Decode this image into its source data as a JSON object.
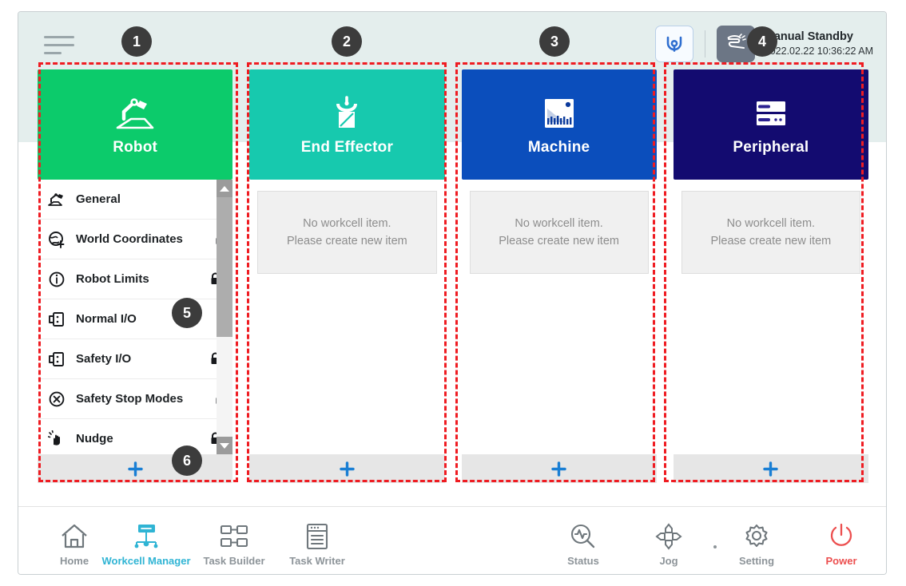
{
  "header": {
    "menu_icon": "hamburger-menu-icon",
    "robot_home_icon": "robot-home-icon",
    "mode_icon": "manual-hand-icon",
    "status_title": "Manual Standby",
    "status_time": "2022.02.22 10:36:22 AM"
  },
  "columns": [
    {
      "key": "robot",
      "title": "Robot",
      "icon": "robot-arm-icon",
      "color": "#0ccb6b",
      "type": "list",
      "add_label": "+",
      "items": [
        {
          "label": "General",
          "icon": "robot-arm-small-icon",
          "locked": false
        },
        {
          "label": "World Coordinates",
          "icon": "globe-coordinates-icon",
          "locked": true
        },
        {
          "label": "Robot Limits",
          "icon": "limits-circle-icon",
          "locked": true
        },
        {
          "label": "Normal I/O",
          "icon": "io-port-icon",
          "locked": false
        },
        {
          "label": "Safety I/O",
          "icon": "io-port-icon",
          "locked": true
        },
        {
          "label": "Safety Stop Modes",
          "icon": "stop-x-icon",
          "locked": true
        },
        {
          "label": "Nudge",
          "icon": "nudge-hand-icon",
          "locked": true
        }
      ]
    },
    {
      "key": "end-effector",
      "title": "End Effector",
      "icon": "gripper-icon",
      "color": "#17c9ae",
      "type": "empty",
      "add_label": "+",
      "empty_line1": "No workcell item.",
      "empty_line2": "Please create new item"
    },
    {
      "key": "machine",
      "title": "Machine",
      "icon": "machine-icon",
      "color": "#0b4ebc",
      "type": "empty",
      "add_label": "+",
      "empty_line1": "No workcell item.",
      "empty_line2": "Please create new item"
    },
    {
      "key": "peripheral",
      "title": "Peripheral",
      "icon": "peripheral-rack-icon",
      "color": "#130b70",
      "type": "empty",
      "add_label": "+",
      "empty_line1": "No workcell item.",
      "empty_line2": "Please create new item"
    }
  ],
  "footer_nav": [
    {
      "label": "Home",
      "icon": "home-icon",
      "active": false
    },
    {
      "label": "Workcell Manager",
      "icon": "workcell-manager-icon",
      "active": true
    },
    {
      "label": "Task Builder",
      "icon": "task-builder-icon",
      "active": false
    },
    {
      "label": "Task Writer",
      "icon": "task-writer-icon",
      "active": false
    },
    {
      "label": "Status",
      "icon": "status-pulse-icon",
      "active": false
    },
    {
      "label": "Jog",
      "icon": "jog-dpad-icon",
      "active": false
    },
    {
      "label": "Setting",
      "icon": "gear-icon",
      "active": false
    },
    {
      "label": "Power",
      "icon": "power-icon",
      "active": false
    }
  ],
  "annotations": [
    {
      "number": "1",
      "target": "robot-column"
    },
    {
      "number": "2",
      "target": "end-effector-column"
    },
    {
      "number": "3",
      "target": "machine-column"
    },
    {
      "number": "4",
      "target": "peripheral-column"
    },
    {
      "number": "5",
      "target": "robot-item-list"
    },
    {
      "number": "6",
      "target": "add-item-button"
    }
  ],
  "colors": {
    "annotation": "#ef1c22",
    "badge": "#3c3c3c",
    "accent": "#2fb4d4",
    "power": "#ec4f4f",
    "add": "#1a7fd4"
  }
}
